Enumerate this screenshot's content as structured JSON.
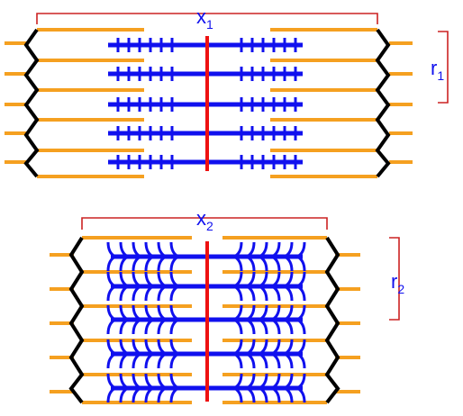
{
  "labels": {
    "x1": {
      "main": "x",
      "sub": "1"
    },
    "r1": {
      "main": "r",
      "sub": "1"
    },
    "x2": {
      "main": "x",
      "sub": "2"
    },
    "r2": {
      "main": "r",
      "sub": "2"
    }
  },
  "colors": {
    "actin": "#f5a020",
    "myosin": "#1010ee",
    "z_line": "#000000",
    "m_line": "#ee1111",
    "bracket": "#cc2222",
    "label": "#1010ee"
  }
}
